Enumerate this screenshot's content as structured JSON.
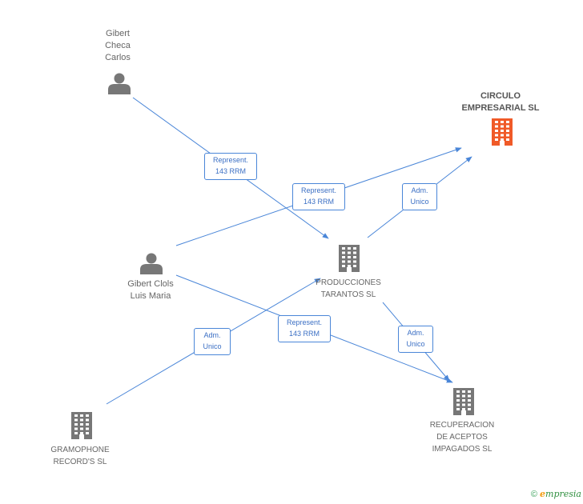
{
  "nodes": {
    "gibert_checa": {
      "lines": [
        "Gibert",
        "Checa",
        "Carlos"
      ],
      "icon": "person-icon"
    },
    "gibert_clols": {
      "lines": [
        "Gibert Clols",
        "Luis Maria"
      ],
      "icon": "person-icon"
    },
    "circulo": {
      "lines": [
        "CIRCULO",
        "EMPRESARIAL SL"
      ],
      "icon": "building-icon",
      "color": "#f05a28"
    },
    "producciones": {
      "lines": [
        "PRODUCCIONES",
        "TARANTOS SL"
      ],
      "icon": "building-icon"
    },
    "gramophone": {
      "lines": [
        "GRAMOPHONE",
        "RECORD'S SL"
      ],
      "icon": "building-icon"
    },
    "recuperacion": {
      "lines": [
        "RECUPERACION",
        "DE ACEPTOS",
        "IMPAGADOS SL"
      ],
      "icon": "building-icon"
    }
  },
  "edges": [
    {
      "from": "gibert_checa",
      "to": "producciones",
      "label": [
        "Represent.",
        "143 RRM"
      ]
    },
    {
      "from": "gibert_clols",
      "to": "circulo",
      "label": [
        "Represent.",
        "143 RRM"
      ]
    },
    {
      "from": "producciones",
      "to": "circulo",
      "label": [
        "Adm.",
        "Unico"
      ]
    },
    {
      "from": "gibert_clols",
      "to": "recuperacion",
      "label": [
        "Represent.",
        "143 RRM"
      ]
    },
    {
      "from": "gramophone",
      "to": "producciones",
      "label": [
        "Adm.",
        "Unico"
      ]
    },
    {
      "from": "producciones",
      "to": "recuperacion",
      "label": [
        "Adm.",
        "Unico"
      ]
    }
  ],
  "colors": {
    "edge": "#4a86d8",
    "icon": "#777777",
    "focus": "#f05a28"
  },
  "footer": {
    "copyright": "©",
    "brand_initial": "e",
    "brand_rest": "mpresia"
  }
}
